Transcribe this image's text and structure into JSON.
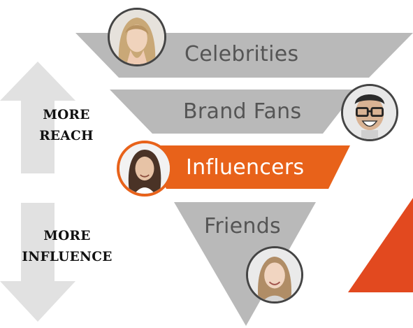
{
  "colors": {
    "tier": "#b9b9b9",
    "highlight": "#e8621a",
    "arrow": "#e1e1e1",
    "accent_wedge": "#e2491f",
    "avatar_ring_dark": "#444444",
    "avatar_ring_accent": "#e8621a"
  },
  "left_arrows": {
    "up_label_line1": "MORE",
    "up_label_line2": "REACH",
    "down_label_line1": "MORE",
    "down_label_line2": "INFLUENCE",
    "up_icon": "arrow-up-icon",
    "down_icon": "arrow-down-icon"
  },
  "funnel": {
    "tiers": [
      {
        "label": "Celebrities",
        "highlighted": false,
        "avatar_icon": "person-photo-icon"
      },
      {
        "label": "Brand Fans",
        "highlighted": false,
        "avatar_icon": "person-photo-icon"
      },
      {
        "label": "Influencers",
        "highlighted": true,
        "avatar_icon": "person-photo-icon"
      },
      {
        "label": "Friends",
        "highlighted": false,
        "avatar_icon": "person-photo-icon"
      }
    ]
  }
}
